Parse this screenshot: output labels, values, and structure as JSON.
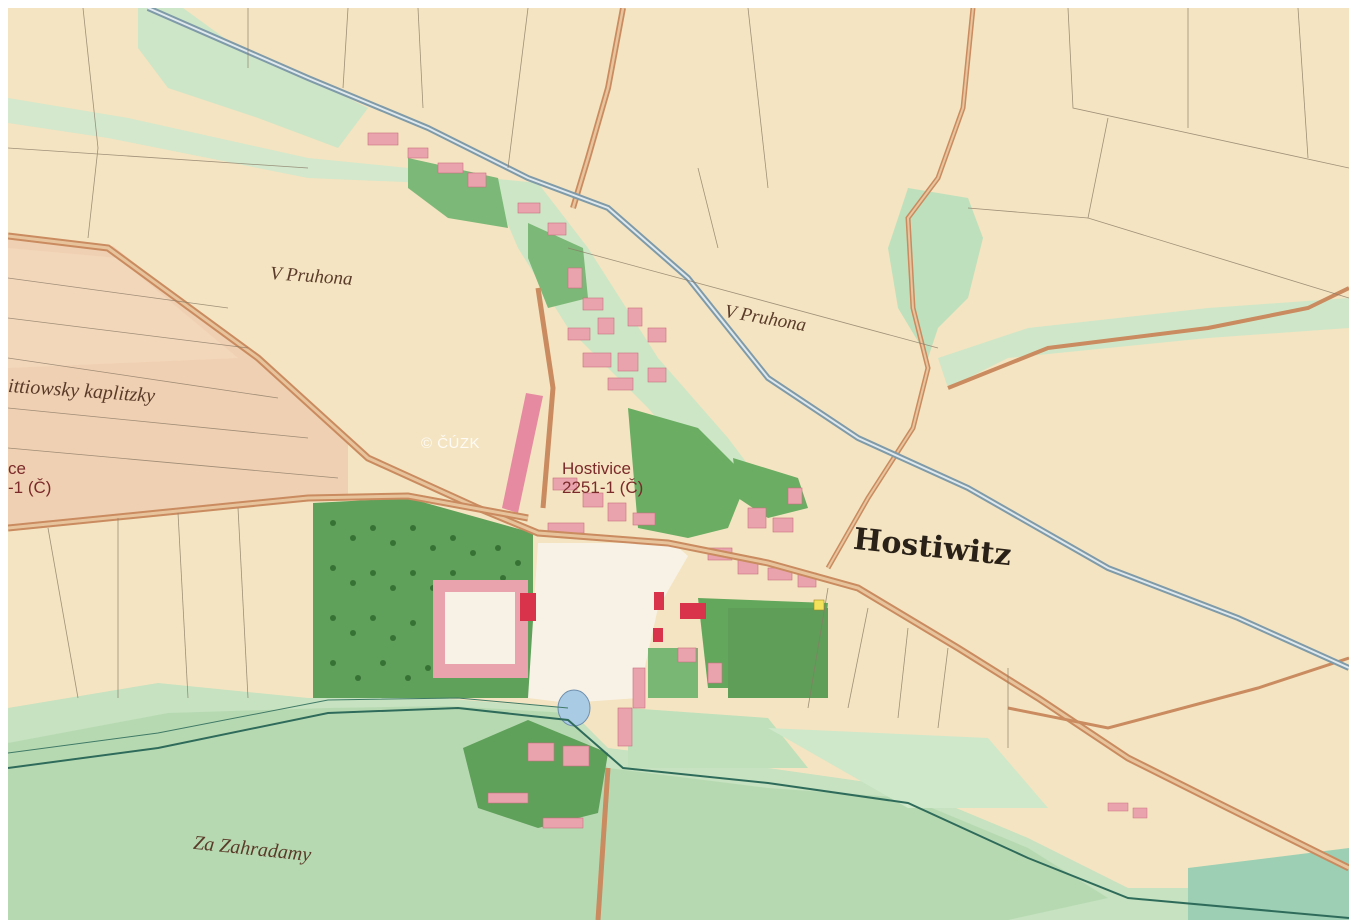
{
  "map": {
    "watermark": "© ČÚZK",
    "place_name": "Hostiwitz",
    "parcel_label": {
      "municipality": "Hostivice",
      "code": "2251-1 (Č)"
    },
    "cut_label": {
      "line1": "ce",
      "line2": "-1 (Č)"
    },
    "field_names": {
      "u_pruhona_west": "V Pruhona",
      "u_pruhona_east": "V Pruhona",
      "kaplicky": "ittiowsky kaplitzky",
      "za_zahradamy": "Za Zahradamy"
    },
    "colors": {
      "paper": "#f4e4c1",
      "meadow": "#b9dcb5",
      "garden": "#5fa05a",
      "building": "#e9a3ad",
      "building_stone": "#d8334a",
      "road": "#c98b5f",
      "railway": "#7f9aa8",
      "water": "#a9cbe4",
      "field_pink": "#f0cfb0"
    }
  }
}
